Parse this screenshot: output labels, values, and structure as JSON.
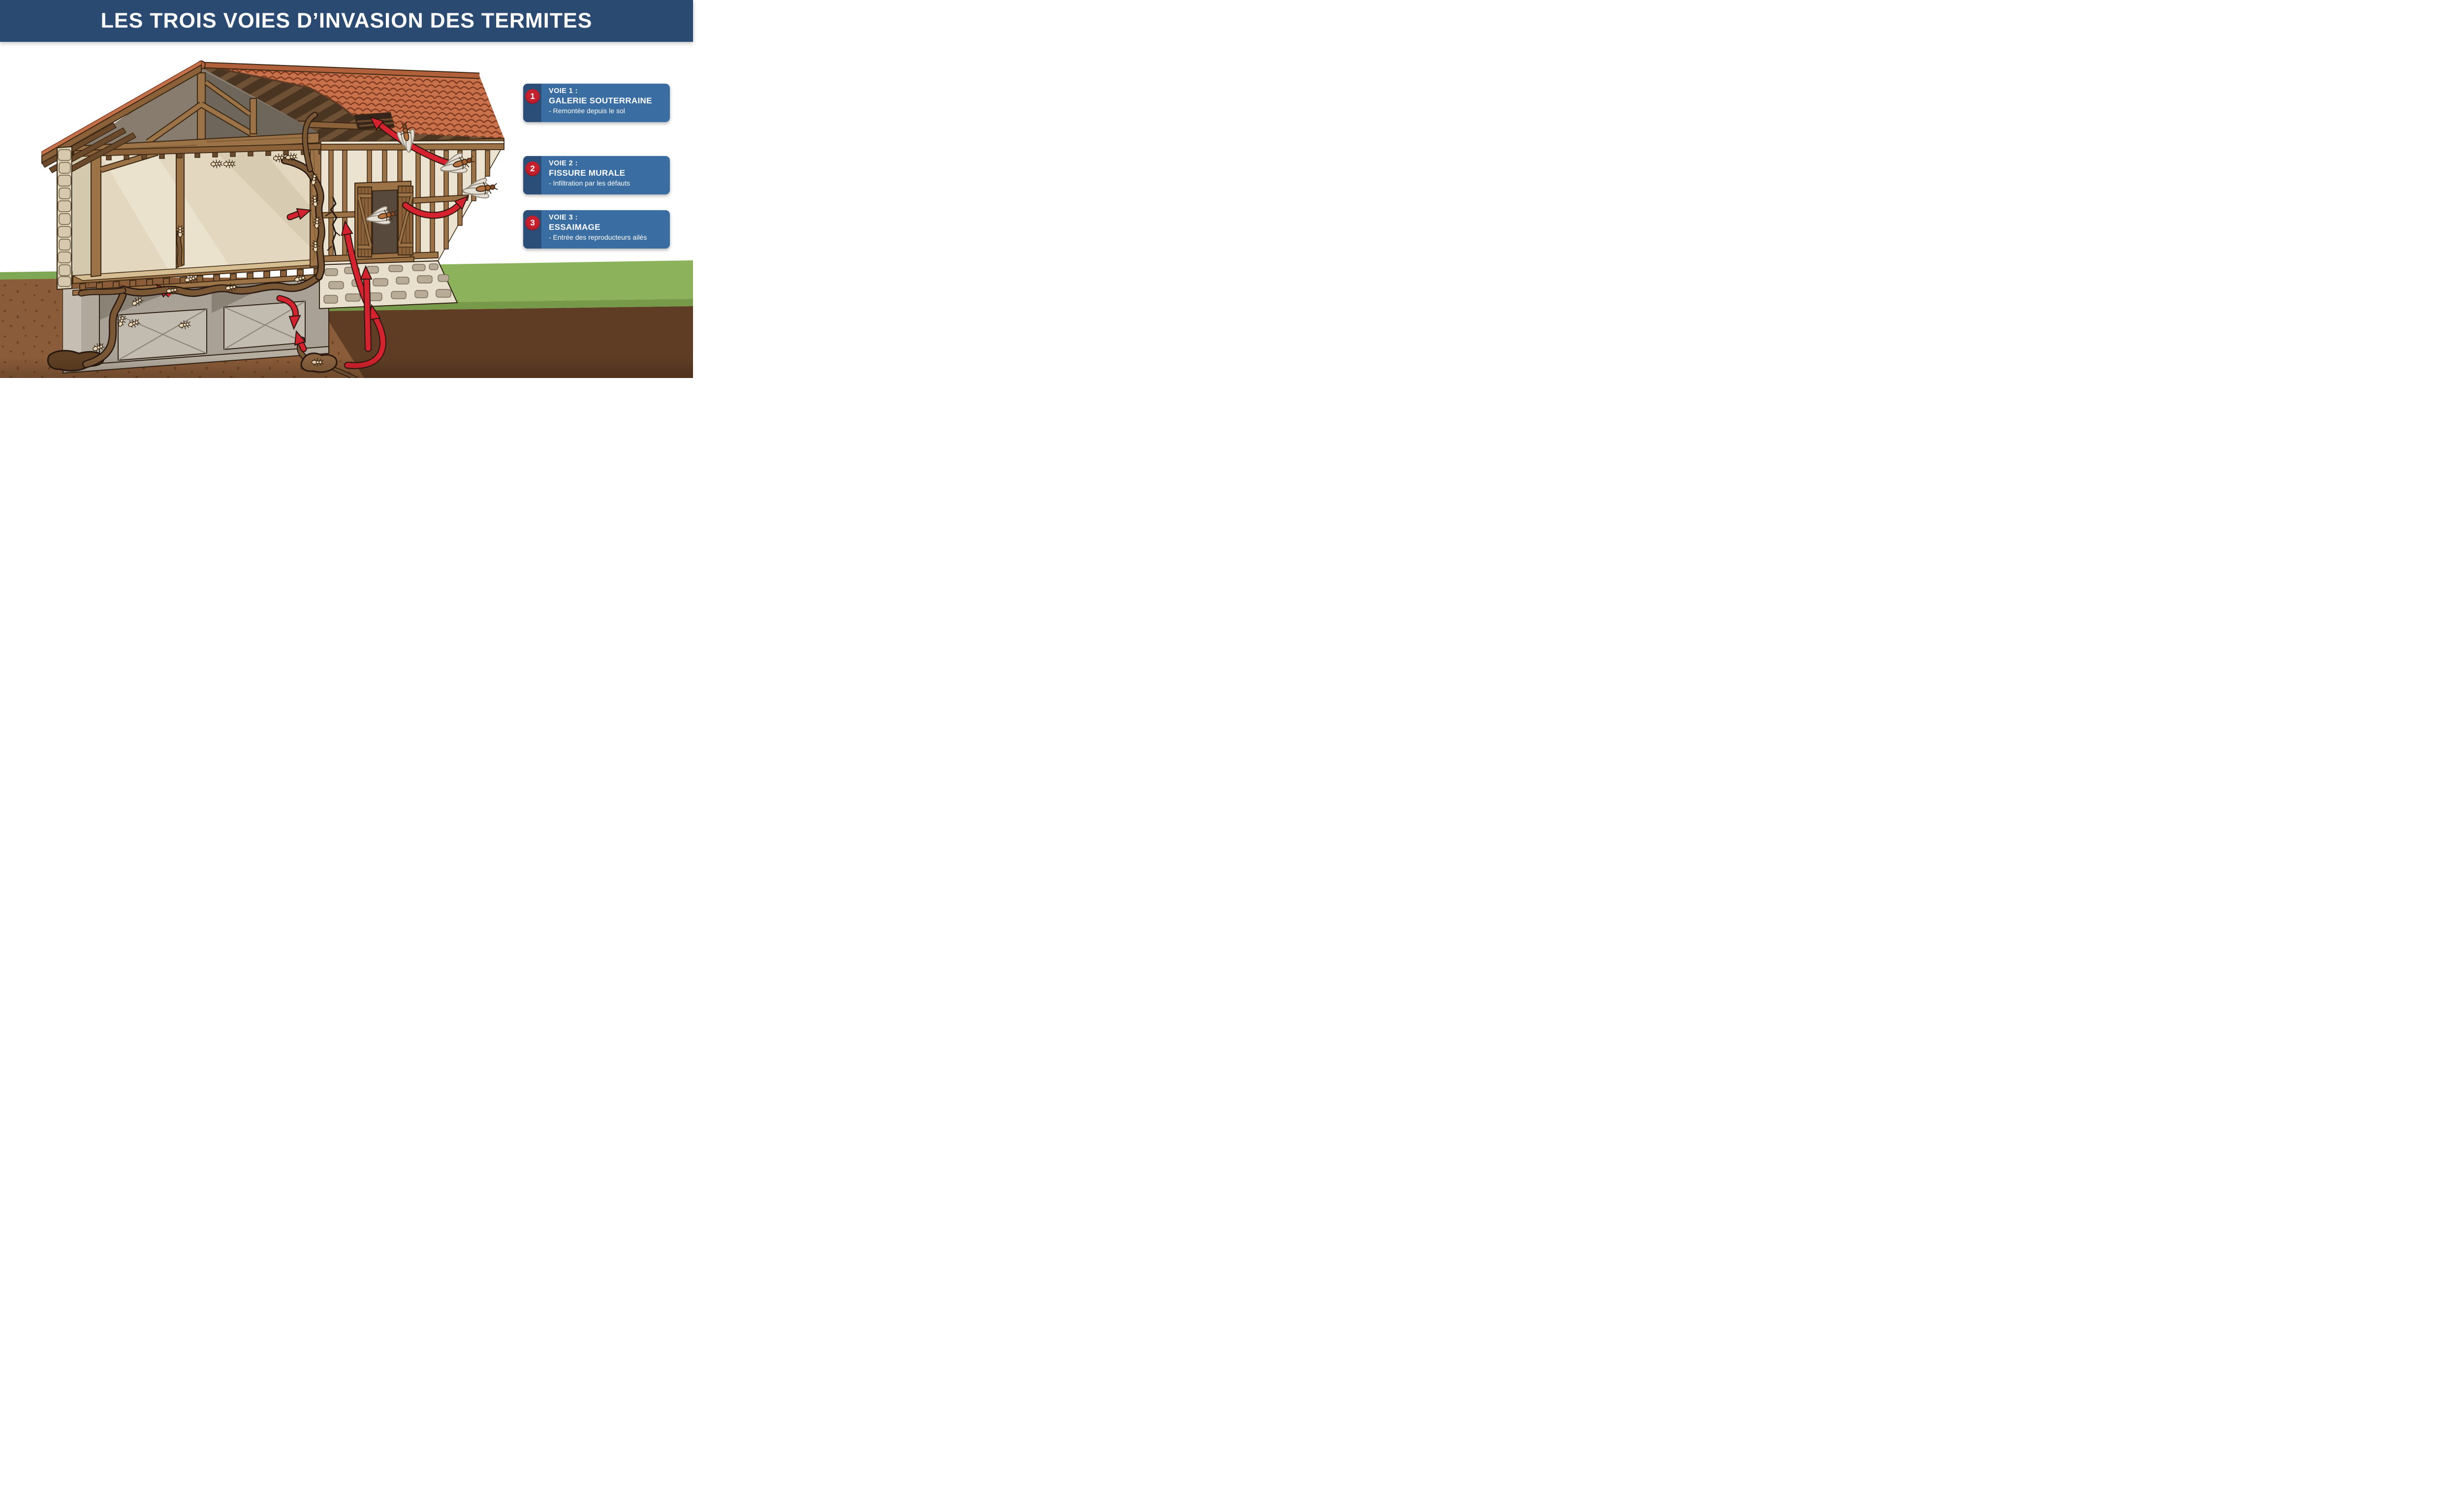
{
  "banner": {
    "title": "LES TROIS VOIES D’INVASION DES TERMITES"
  },
  "callouts": [
    {
      "number": "1",
      "title_line1": "VOIE 1 :",
      "title_line2": "GALERIE SOUTERRAINE",
      "description": "- Remontée depuis le sol"
    },
    {
      "number": "2",
      "title_line1": "VOIE 2 :",
      "title_line2": "FISSURE MURALE",
      "description": "- Infiltration par les défauts"
    },
    {
      "number": "3",
      "title_line1": "VOIE 3 :",
      "title_line2": "ESSAIMAGE",
      "description": "- Entrée des reproducteurs ailés"
    }
  ],
  "colors": {
    "banner_bg": "#2b4a72",
    "callout_bg": "#3a6da2",
    "callout_stripe": "#2a4e78",
    "badge_red": "#c4202d",
    "arrow_red": "#d4222e",
    "roof_tile": "#c9714a",
    "wood": "#9b7347",
    "wall_infill": "#ebe2cf",
    "grass_green": "#8cb35c",
    "soil_light": "#8a5c39",
    "soil_dark": "#5e3d24",
    "mud_tube": "#7a5836"
  }
}
